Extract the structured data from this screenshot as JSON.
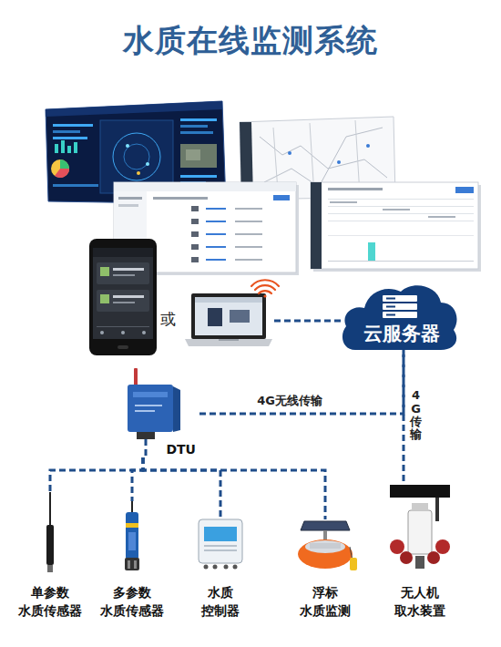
{
  "diagram": {
    "title": "水质在线监测系统",
    "nodes": [
      {
        "text": [
          "云服务器"
        ]
      },
      {
        "text": [
          "DTU"
        ]
      },
      {
        "text": [
          "单参数 水质传感器"
        ]
      },
      {
        "text": [
          "多参数 水质传感器"
        ]
      },
      {
        "text": [
          "水质 控制器"
        ]
      },
      {
        "text": [
          "浮标 水质监测"
        ]
      },
      {
        "text": [
          "无人机 取水装置"
        ]
      }
    ],
    "edges": [
      {
        "from": 1,
        "to": 0,
        "label": "4G无线传输",
        "arrow": "none"
      },
      {
        "from": 6,
        "to": 0,
        "label": "4G传输",
        "arrow": "none"
      },
      {
        "from": 1,
        "to": 2,
        "arrow": "none"
      },
      {
        "from": 1,
        "to": 3,
        "arrow": "none"
      },
      {
        "from": 1,
        "to": 4,
        "arrow": "none"
      },
      {
        "from": 1,
        "to": 5,
        "arrow": "none"
      }
    ],
    "labels": [
      "或"
    ]
  }
}
